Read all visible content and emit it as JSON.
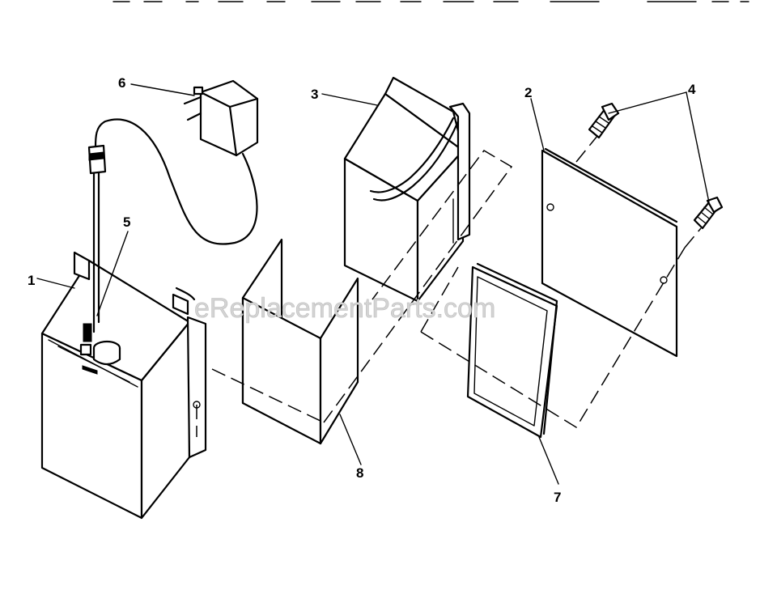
{
  "diagram": {
    "watermark": "eReplacementParts.com",
    "callouts": {
      "p1": "1",
      "p2": "2",
      "p3": "3",
      "p4": "4",
      "p5": "5",
      "p6": "6",
      "p7": "7",
      "p8": "8"
    }
  }
}
